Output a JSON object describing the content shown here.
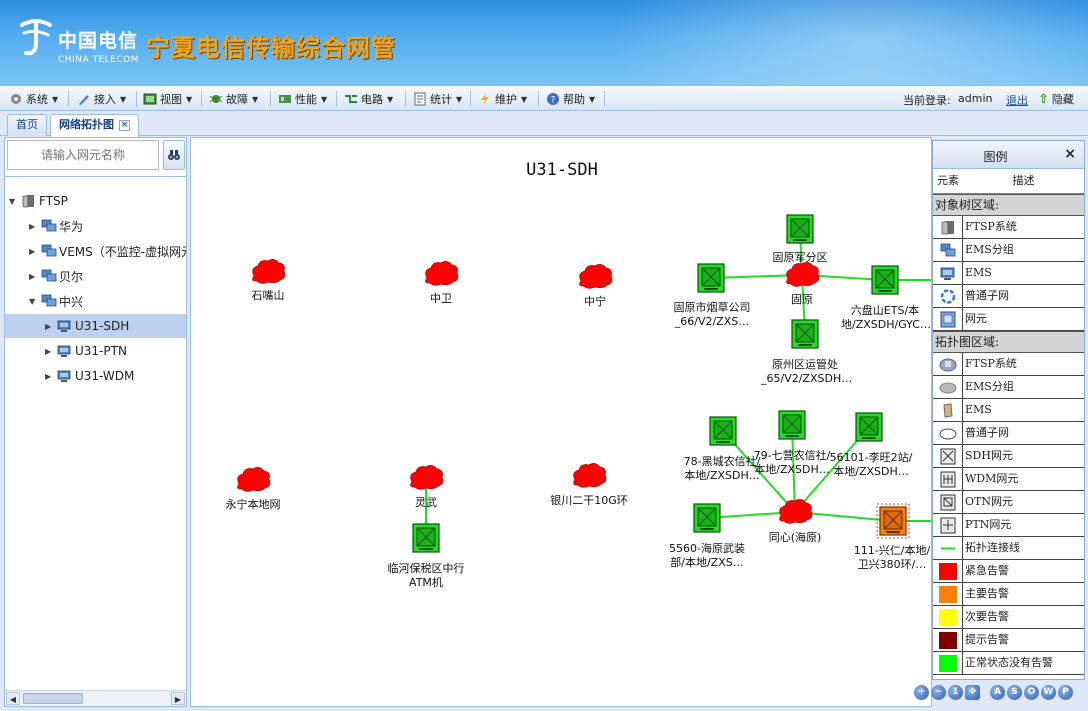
{
  "header": {
    "logo_cn": "中国电信",
    "logo_en": "CHINA TELECOM",
    "app_title": "宁夏电信传输综合网管"
  },
  "menu": {
    "items": [
      {
        "label": "系统",
        "icon": "gear-icon"
      },
      {
        "label": "接入",
        "icon": "pen-icon"
      },
      {
        "label": "视图",
        "icon": "view-icon"
      },
      {
        "label": "故障",
        "icon": "bug-icon"
      },
      {
        "label": "性能",
        "icon": "performance-icon"
      },
      {
        "label": "电路",
        "icon": "circuit-icon"
      },
      {
        "label": "统计",
        "icon": "stats-icon"
      },
      {
        "label": "维护",
        "icon": "lightning-icon"
      },
      {
        "label": "帮助",
        "icon": "help-icon"
      }
    ],
    "login_label": "当前登录:",
    "login_user": "admin",
    "logout": "退出",
    "hide": "隐藏"
  },
  "tabs": [
    {
      "label": "首页",
      "active": false
    },
    {
      "label": "网络拓扑图",
      "active": true,
      "close": "×"
    }
  ],
  "sidebar": {
    "search_placeholder": "请输入网元名称",
    "tree": [
      {
        "label": "FTSP",
        "level": 0,
        "arrow": "▼"
      },
      {
        "label": "华为",
        "level": 1,
        "arrow": "▶"
      },
      {
        "label": "VEMS（不监控-虚拟网元",
        "level": 1,
        "arrow": "▶"
      },
      {
        "label": "贝尔",
        "level": 1,
        "arrow": "▶"
      },
      {
        "label": "中兴",
        "level": 1,
        "arrow": "▼"
      },
      {
        "label": "U31-SDH",
        "level": 2,
        "arrow": "▶",
        "selected": true
      },
      {
        "label": "U31-PTN",
        "level": 2,
        "arrow": "▶"
      },
      {
        "label": "U31-WDM",
        "level": 2,
        "arrow": "▶"
      }
    ]
  },
  "map": {
    "title": "U31-SDH",
    "subnets": [
      "石嘴山",
      "中卫",
      "中宁",
      "固原",
      "永宁本地网",
      "灵武",
      "银川二干10G环",
      "同心(海原)"
    ],
    "nodes": [
      {
        "label": "固原军分区",
        "status": "normal"
      },
      {
        "label": "固原市烟草公司_66/V2/ZXS…",
        "status": "normal"
      },
      {
        "label": "六盘山ETS/本地/ZXSDH/GYC…",
        "status": "normal"
      },
      {
        "label": "原州区运管处_65/V2/ZXSDH…",
        "status": "normal"
      },
      {
        "label": "78-黑城农信社/本地/ZXSDH…",
        "status": "normal"
      },
      {
        "label": "79-七营农信社/本地/ZXSDH…",
        "status": "normal"
      },
      {
        "label": "56101-李旺2站/本地/ZXSDH…",
        "status": "normal"
      },
      {
        "label": "5560-海原武装部/本地/ZXS…",
        "status": "normal"
      },
      {
        "label": "111-兴仁/本地/卫兴380环/…",
        "status": "major"
      },
      {
        "label": "临河保税区中行ATM机",
        "status": "normal"
      }
    ]
  },
  "legend": {
    "title": "图例",
    "close": "×",
    "col_element": "元素",
    "col_desc": "描述",
    "section_tree": "对象树区域:",
    "tree_items": [
      "FTSP系统",
      "EMS分组",
      "EMS",
      "普通子网",
      "网元"
    ],
    "section_topo": "拓扑图区域:",
    "topo_items": [
      "FTSP系统",
      "EMS分组",
      "EMS",
      "普通子网",
      "SDH网元",
      "WDM网元",
      "OTN网元",
      "PTN网元",
      "拓扑连接线"
    ],
    "alarms": [
      {
        "label": "紧急告警",
        "color": "#ff0000"
      },
      {
        "label": "主要告警",
        "color": "#ff8000"
      },
      {
        "label": "次要告警",
        "color": "#ffff00"
      },
      {
        "label": "提示告警",
        "color": "#800000"
      },
      {
        "label": "正常状态没有告警",
        "color": "#00ff00"
      }
    ]
  },
  "zoom_buttons": [
    "zoom-in",
    "zoom-out",
    "zoom-reset",
    "fit",
    "A",
    "S",
    "O",
    "W",
    "P"
  ],
  "colors": {
    "link": "#22dd22",
    "cloud": "#ff0000",
    "ne_normal": "#22dd22",
    "ne_major": "#ff8000",
    "accent": "#15428b"
  }
}
